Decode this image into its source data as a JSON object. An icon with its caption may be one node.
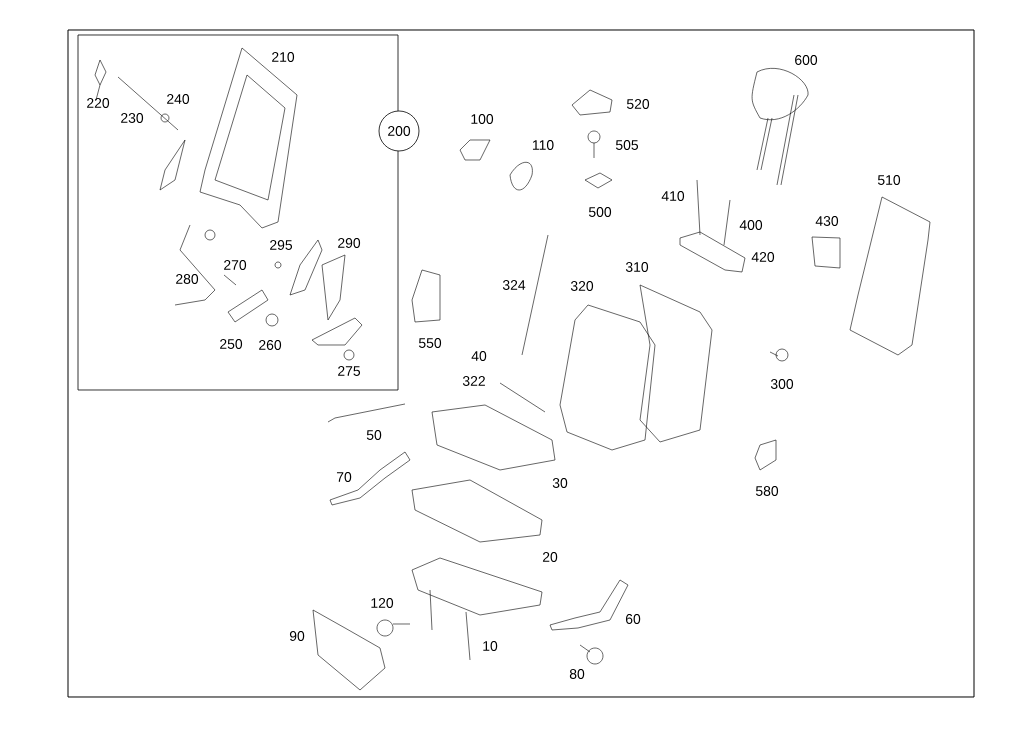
{
  "diagram": {
    "nodes": [
      {
        "text": [
          "200"
        ]
      }
    ],
    "labels": [
      "210",
      "600",
      "220",
      "240",
      "520",
      "230",
      "100",
      "110",
      "505",
      "510",
      "410",
      "500",
      "430",
      "400",
      "295",
      "290",
      "420",
      "270",
      "280",
      "324",
      "320",
      "310",
      "250",
      "260",
      "550",
      "40",
      "300",
      "275",
      "322",
      "50",
      "30",
      "580",
      "70",
      "20",
      "120",
      "60",
      "90",
      "10",
      "80"
    ]
  }
}
